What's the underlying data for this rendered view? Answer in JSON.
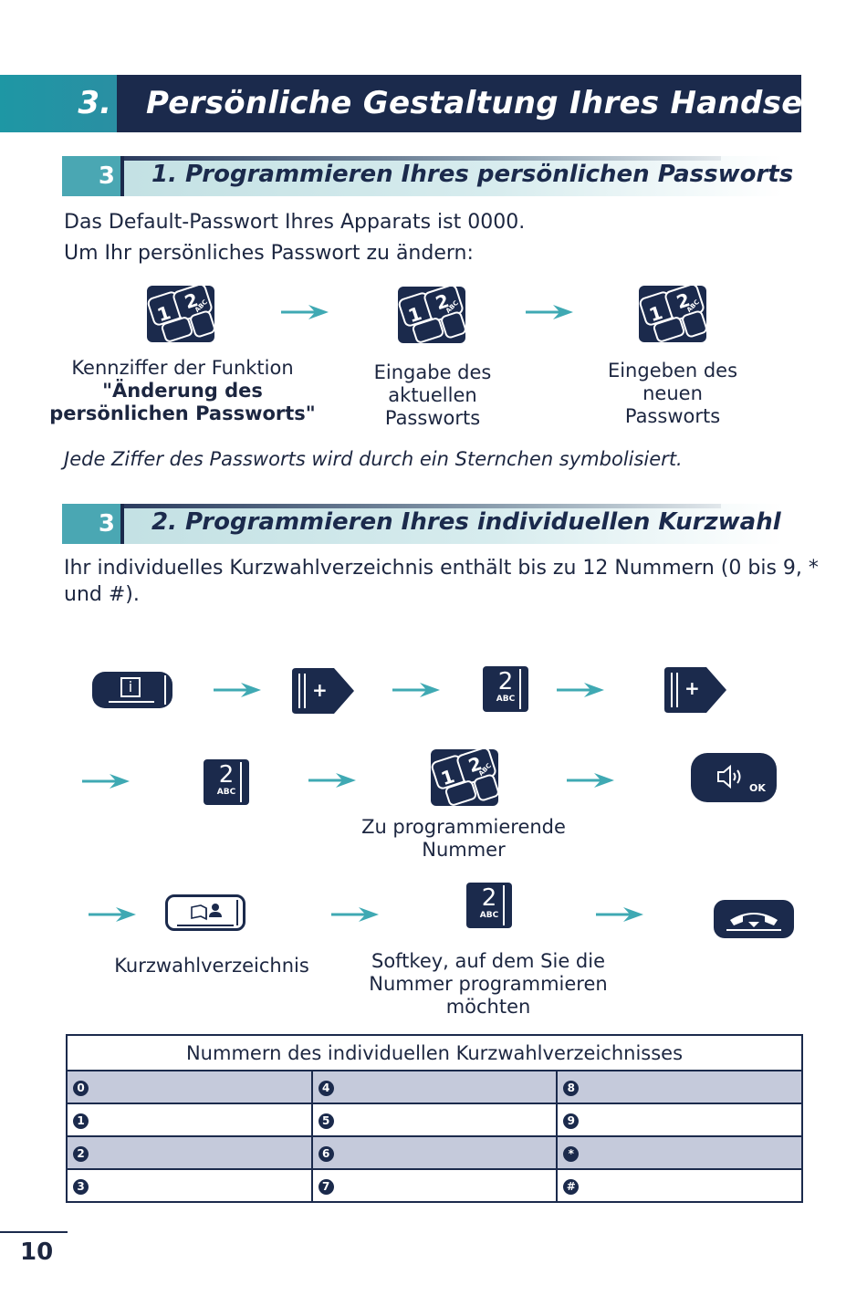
{
  "chapter": {
    "number": "3.",
    "title": "Persönliche Gestaltung Ihres Handsets"
  },
  "section1": {
    "number": "3",
    "title": "1. Programmieren Ihres persönlichen Passworts",
    "intro_line1": "Das Default-Passwort Ihres Apparats ist 0000.",
    "intro_line2": "Um Ihr persönliches Passwort zu ändern:",
    "step1_line1": "Kennziffer der Funktion",
    "step1_line2": "\"Änderung des",
    "step1_line3": "persönlichen Passworts\"",
    "step2_line1": "Eingabe des",
    "step2_line2": "aktuellen",
    "step2_line3": "Passworts",
    "step3_line1": "Eingeben des",
    "step3_line2": "neuen",
    "step3_line3": "Passworts",
    "note": "Jede Ziffer des Passworts wird durch ein Sternchen symbolisiert."
  },
  "section2": {
    "number": "3",
    "title": "2. Programmieren Ihres individuellen Kurzwahl",
    "intro_line1": "Ihr individuelles Kurzwahlverzeichnis enthält bis zu 12 Nummern (0 bis 9, *",
    "intro_line2": "und #).",
    "caption_number_line1": "Zu programmierende",
    "caption_number_line2": "Nummer",
    "caption_directory": "Kurzwahlverzeichnis",
    "caption_softkey_line1": "Softkey, auf dem Sie die",
    "caption_softkey_line2": "Nummer programmieren",
    "caption_softkey_line3": "möchten"
  },
  "keys": {
    "digit": "2",
    "letters": "ABC",
    "digit1": "1",
    "info": "i",
    "plus": "+",
    "ok": "OK"
  },
  "table": {
    "header": "Nummern des individuellen Kurzwahlverzeichnisses",
    "rows": [
      [
        "0",
        "4",
        "8"
      ],
      [
        "1",
        "5",
        "9"
      ],
      [
        "2",
        "6",
        "*"
      ],
      [
        "3",
        "7",
        "#"
      ]
    ]
  },
  "page_number": "10"
}
